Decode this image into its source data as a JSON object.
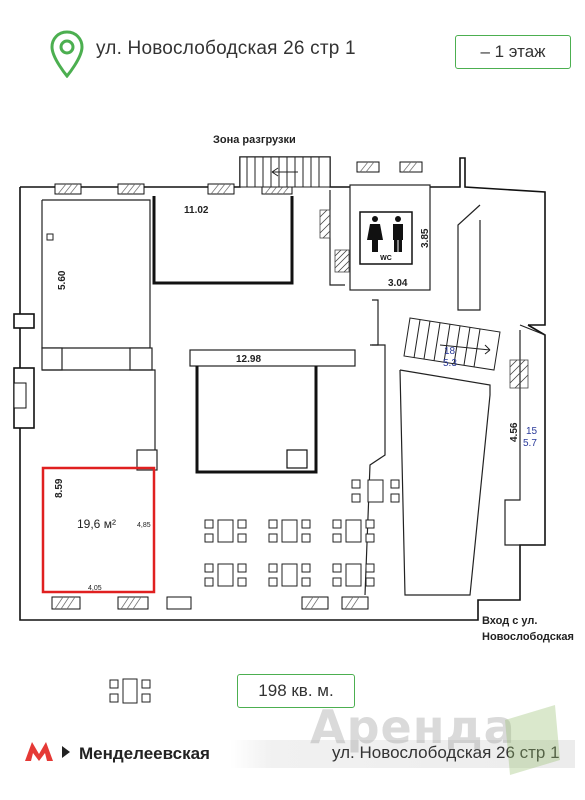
{
  "header": {
    "address": "ул.  Новослободская 26 стр 1",
    "floor_label": "– 1 этаж",
    "icons": {
      "location": "location-pin-icon",
      "accent_color": "#4caf50"
    }
  },
  "plan": {
    "unloading_zone": "Зона разгрузки",
    "dim_top": "11.02",
    "dim_left": "5.60",
    "dim_center": "12.98",
    "dim_wc_h": "3.85",
    "dim_wc_w": "3.04",
    "wc_label": "WC",
    "stair_mark_top": "18",
    "stair_mark_bottom": "5.3",
    "dim_right": "4.56",
    "right_mark_top": "15",
    "right_mark_bottom": "5.7",
    "room_left": "8.59",
    "room_area": "19,6 м²",
    "room_right": "4,85",
    "room_bottom": "4,05",
    "entrance_line1": "Вход с ул.",
    "entrance_line2": "Новослободская",
    "highlight_color": "#e02020"
  },
  "summary": {
    "area": "198 кв. м.",
    "table_icon": "table-seats-icon"
  },
  "footer": {
    "metro_name": "Менделеевская",
    "address": "ул. Новослободская 26 стр 1",
    "metro_icon": "metro-m-icon",
    "watermark": "Аренда"
  }
}
